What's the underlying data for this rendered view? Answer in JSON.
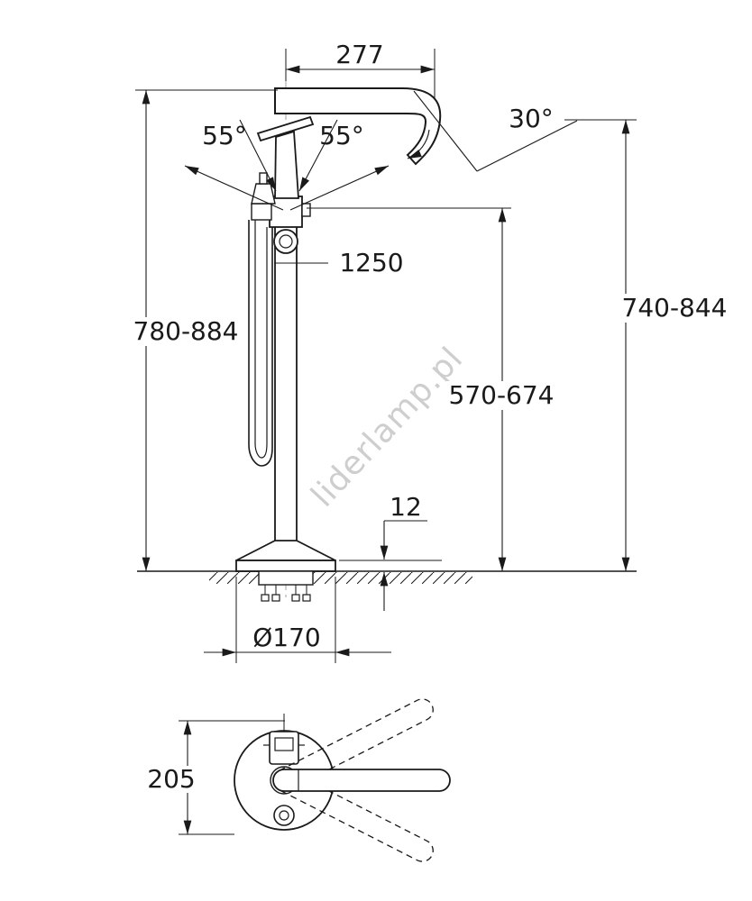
{
  "drawing": {
    "type": "technical-dimension-drawing",
    "subject": "freestanding floor-mounted bathtub faucet with hand shower",
    "watermark": "liderlamp.pl",
    "dimensions": {
      "spout_reach": "277",
      "handle_swing_left": "55°",
      "handle_swing_right": "55°",
      "spout_angle": "30°",
      "hose_length": "1250",
      "height_range_left": "780-884",
      "height_range_right": "740-844",
      "spout_height_range": "570-674",
      "base_plate_height": "12",
      "base_plate_diameter": "Ø170",
      "top_view_depth": "205"
    },
    "colors": {
      "line": "#1a1a1a",
      "watermark": "#c2c2c2",
      "background": "#ffffff"
    }
  }
}
